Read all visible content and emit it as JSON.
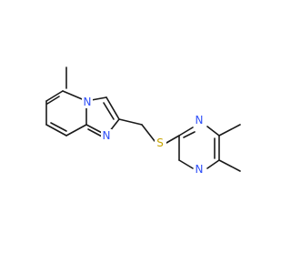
{
  "molecule": {
    "atoms": {
      "n_bridge": {
        "label": "N"
      },
      "n_imidazole": {
        "label": "N"
      },
      "s_thioether": {
        "label": "S"
      },
      "n_pyrimidine_top": {
        "label": "N"
      },
      "n_pyrimidine_bottom": {
        "label": "N"
      }
    },
    "colors": {
      "bond": "#1a1a1a",
      "nitrogen": "#3050f8",
      "sulfur": "#c6a400",
      "background": "#ffffff"
    }
  }
}
